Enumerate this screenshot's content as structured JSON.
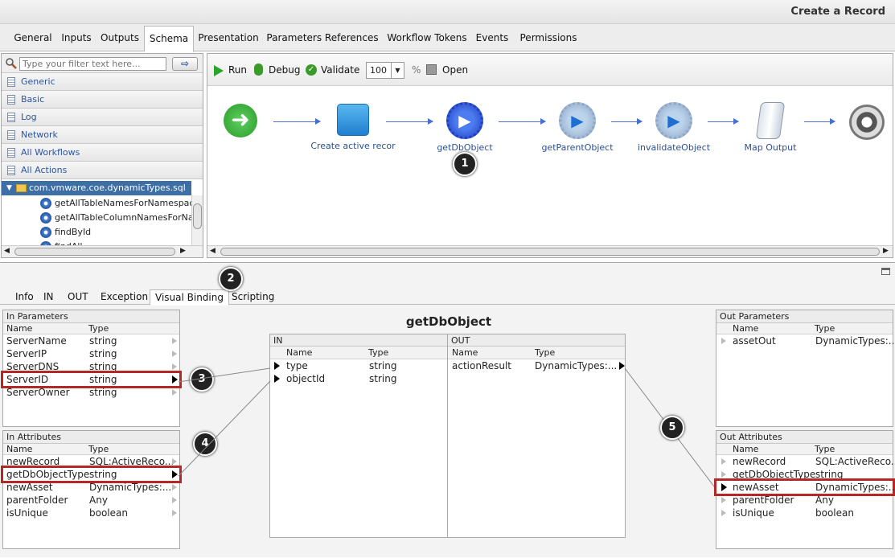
{
  "window": {
    "title": "Create a Record"
  },
  "main_tabs": [
    "General",
    "Inputs",
    "Outputs",
    "Schema",
    "Presentation",
    "Parameters References",
    "Workflow Tokens",
    "Events",
    "Permissions"
  ],
  "library": {
    "filter_placeholder": "Type your filter text here...",
    "categories": [
      "Generic",
      "Basic",
      "Log",
      "Network",
      "All Workflows",
      "All Actions"
    ],
    "package": "com.vmware.coe.dynamicTypes.sql",
    "actions": [
      "getAllTableNamesForNamespaceD",
      "getAllTableColumnNamesForNames",
      "findById",
      "findAll"
    ]
  },
  "toolbar": {
    "run": "Run",
    "debug": "Debug",
    "validate": "Validate",
    "zoom": "100",
    "zoom_unit": "%",
    "open": "Open"
  },
  "schema_nodes": [
    "Create active recor",
    "getDbObject",
    "getParentObject",
    "invalidateObject",
    "Map Output"
  ],
  "badges": [
    "1",
    "2",
    "3",
    "4",
    "5"
  ],
  "sub_tabs": [
    "Info",
    "IN",
    "OUT",
    "Exception",
    "Visual Binding",
    "Scripting"
  ],
  "binding_title": "getDbObject",
  "in_parameters": {
    "title": "In Parameters",
    "headers": [
      "Name",
      "Type"
    ],
    "rows": [
      [
        "ServerName",
        "string"
      ],
      [
        "ServerIP",
        "string"
      ],
      [
        "ServerDNS",
        "string"
      ],
      [
        "ServerID",
        "string"
      ],
      [
        "ServerOwner",
        "string"
      ]
    ]
  },
  "in_attributes": {
    "title": "In Attributes",
    "headers": [
      "Name",
      "Type"
    ],
    "rows": [
      [
        "newRecord",
        "SQL:ActiveReco..."
      ],
      [
        "getDbObjectType",
        "string"
      ],
      [
        "newAsset",
        "DynamicTypes:..."
      ],
      [
        "parentFolder",
        "Any"
      ],
      [
        "isUnique",
        "boolean"
      ]
    ]
  },
  "action_in": {
    "title": "IN",
    "headers": [
      "Name",
      "Type"
    ],
    "rows": [
      [
        "type",
        "string"
      ],
      [
        "objectId",
        "string"
      ]
    ]
  },
  "action_out": {
    "title": "OUT",
    "headers": [
      "Name",
      "Type"
    ],
    "rows": [
      [
        "actionResult",
        "DynamicTypes:..."
      ]
    ]
  },
  "out_parameters": {
    "title": "Out Parameters",
    "headers": [
      "Name",
      "Type"
    ],
    "rows": [
      [
        "assetOut",
        "DynamicTypes:..."
      ]
    ]
  },
  "out_attributes": {
    "title": "Out Attributes",
    "headers": [
      "Name",
      "Type"
    ],
    "rows": [
      [
        "newRecord",
        "SQL:ActiveReco..."
      ],
      [
        "getDbObjectType",
        "string"
      ],
      [
        "newAsset",
        "DynamicTypes:..."
      ],
      [
        "parentFolder",
        "Any"
      ],
      [
        "isUnique",
        "boolean"
      ]
    ]
  },
  "colors": {
    "highlight": "#b42828",
    "selection": "#3d6fa6",
    "link": "#2a55a4"
  }
}
